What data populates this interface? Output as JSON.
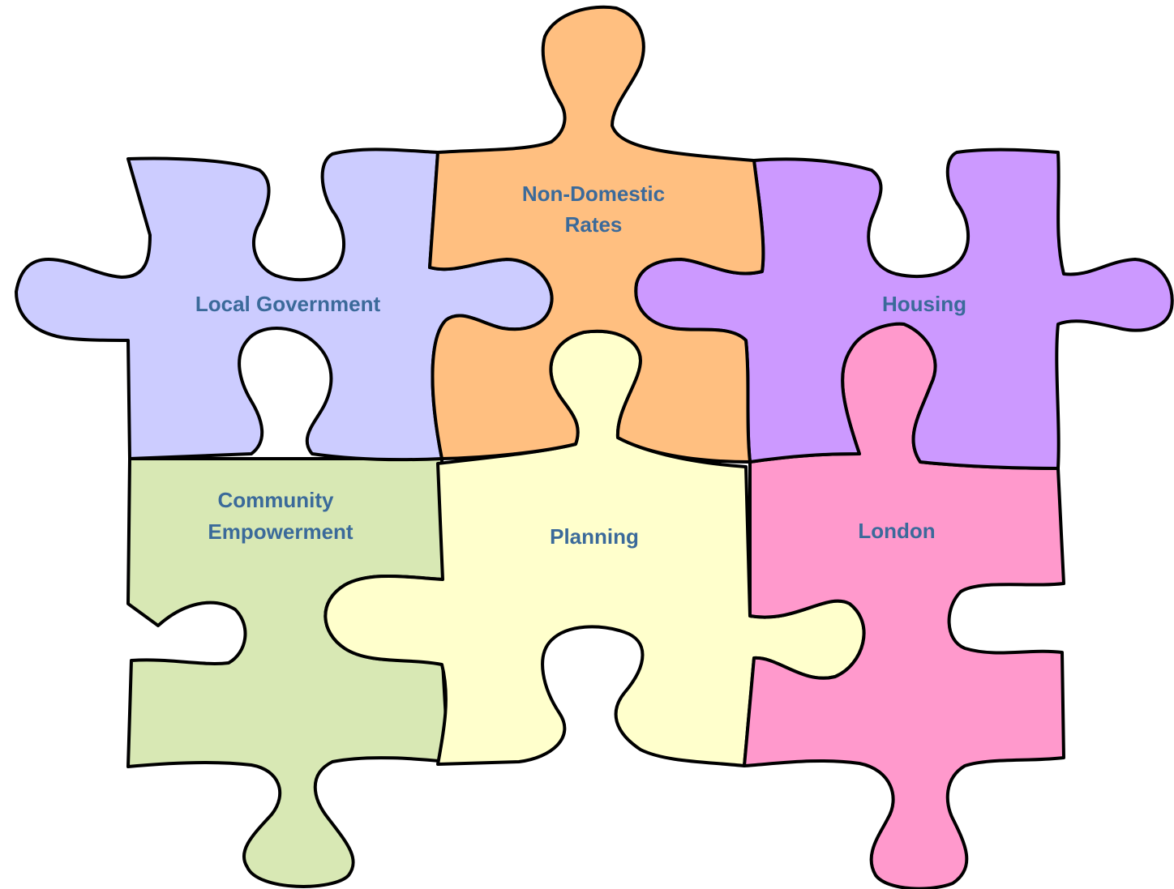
{
  "colors": {
    "label_text": "#3B6A9A",
    "outline": "#000000",
    "background": "#FFFFFF",
    "local_government": "#CCCCFF",
    "non_domestic_rates": "#FFBF80",
    "housing": "#CC99FF",
    "community_empowerment": "#D8E8B4",
    "planning": "#FFFFCC",
    "london": "#FF99CC"
  },
  "pieces": {
    "local_government": {
      "line1": "Local Government",
      "line2": ""
    },
    "non_domestic_rates": {
      "line1": "Non-Domestic",
      "line2": "Rates"
    },
    "housing": {
      "line1": "Housing",
      "line2": ""
    },
    "community_empowerment": {
      "line1": "Community",
      "line2": "Empowerment"
    },
    "planning": {
      "line1": "Planning",
      "line2": ""
    },
    "london": {
      "line1": "London",
      "line2": ""
    }
  }
}
